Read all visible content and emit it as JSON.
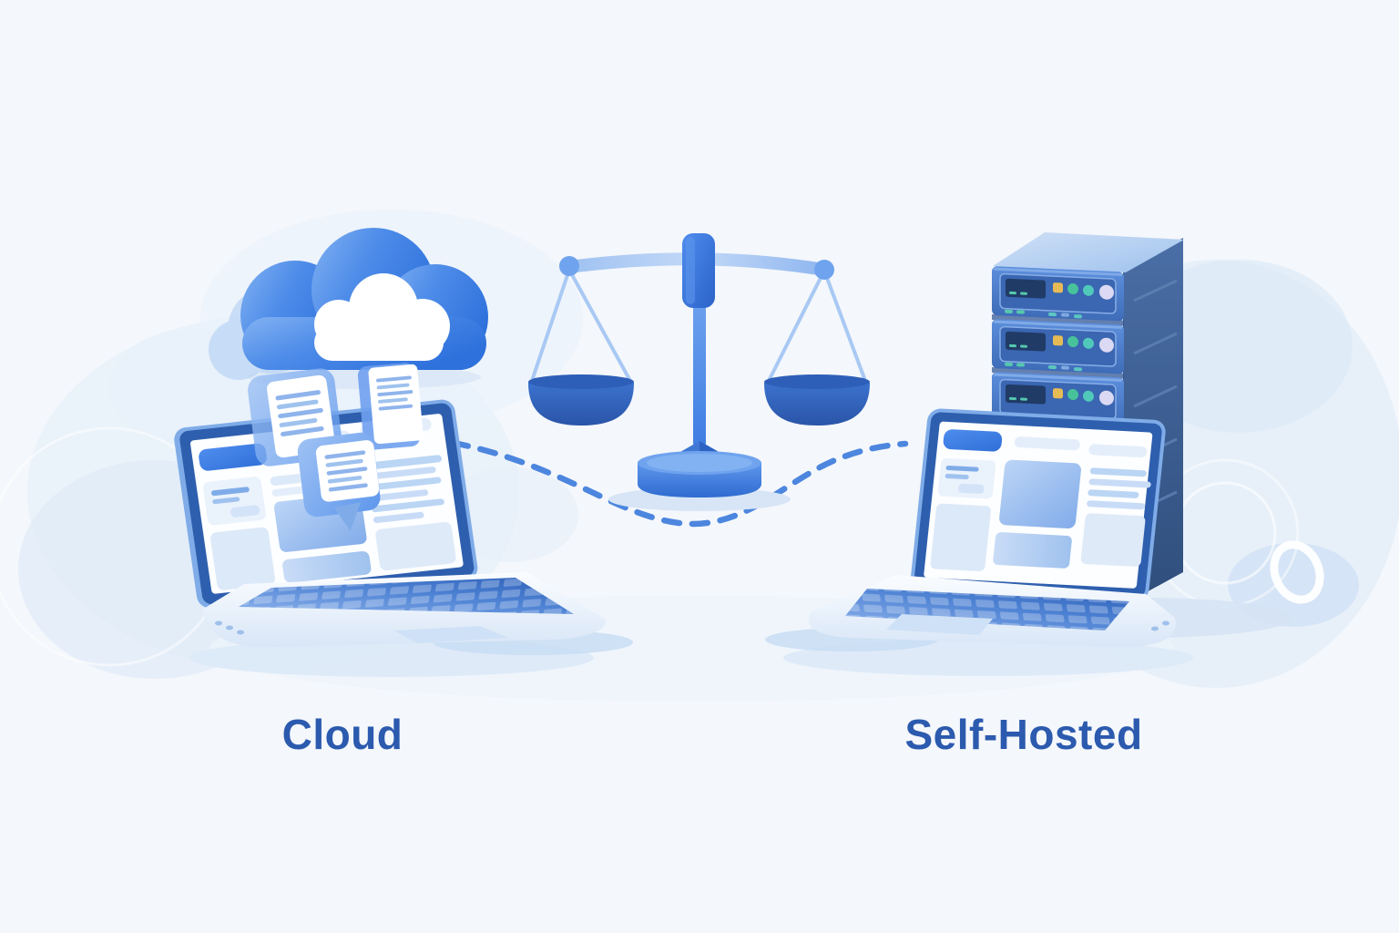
{
  "labels": {
    "left": "Cloud",
    "right": "Self-Hosted"
  },
  "palette": {
    "background": "#F4F7FB",
    "label_text": "#2B5AAE",
    "primary_blue": "#3B7BE0",
    "deep_blue": "#2E5FAE",
    "light_blue": "#AFCDF2",
    "soft_shape": "#E3EDF9",
    "dashed_line": "#4C86DE",
    "led_orange": "#E6BB55",
    "led_teal": "#48C29B",
    "power_button": "#DBD9F3",
    "server_display": "#203B66",
    "white": "#FFFFFF"
  },
  "icons": {
    "left_scene": [
      "cloud-icon",
      "document-icon",
      "laptop-icon"
    ],
    "center_scene": [
      "balance-scale-icon",
      "dashed-connection-line"
    ],
    "right_scene": [
      "server-rack-icon",
      "laptop-icon"
    ]
  }
}
